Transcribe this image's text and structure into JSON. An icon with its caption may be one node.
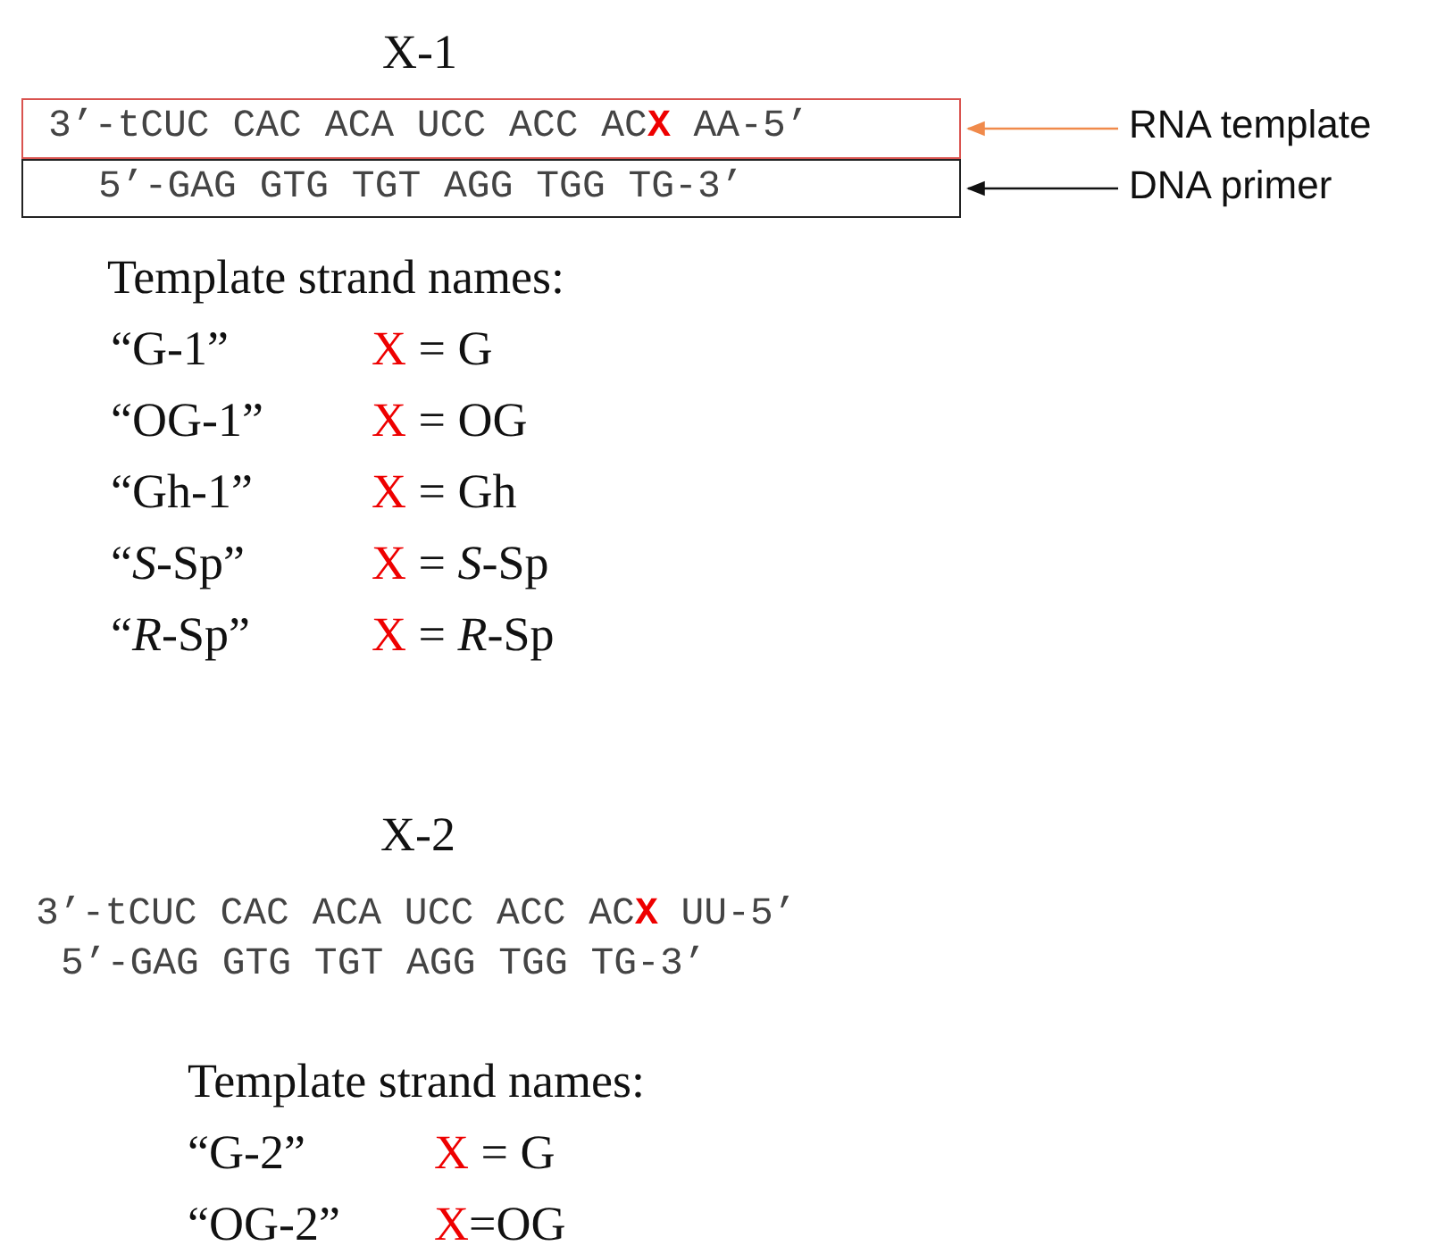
{
  "diagram": {
    "nodes": [
      {
        "text": [
          "3’-tCUC CAC ACA UCC ACC AC**X** AA-5’"
        ]
      },
      {
        "text": [
          "5’-GAG GTG TGT AGG TGG TG-3’"
        ]
      },
      {
        "text": [
          "RNA template"
        ]
      },
      {
        "text": [
          "DNA primer"
        ]
      }
    ],
    "edges": [
      {
        "from": 2,
        "to": 0,
        "arrow": "to",
        "color": "#f08a4b"
      },
      {
        "from": 3,
        "to": 1,
        "arrow": "to",
        "color": "#111111"
      }
    ],
    "labels": [
      "X-1",
      "Template strand names:",
      "“G-1”",
      "**X** = G",
      "“OG-1”",
      "**X** = OG",
      "“Gh-1”",
      "**X** = Gh",
      "“*S*-Sp”",
      "**X** = *S*-Sp",
      "“*R*-Sp”",
      "**X** = *R*-Sp",
      "X-2",
      "3’-tCUC CAC ACA UCC ACC AC**X** UU-5’",
      "5’-GAG GTG TGT AGG TGG TG-3’",
      "Template strand names:",
      "“G-2”",
      "**X** = G",
      "“OG-2”",
      "**X**=OG"
    ]
  }
}
